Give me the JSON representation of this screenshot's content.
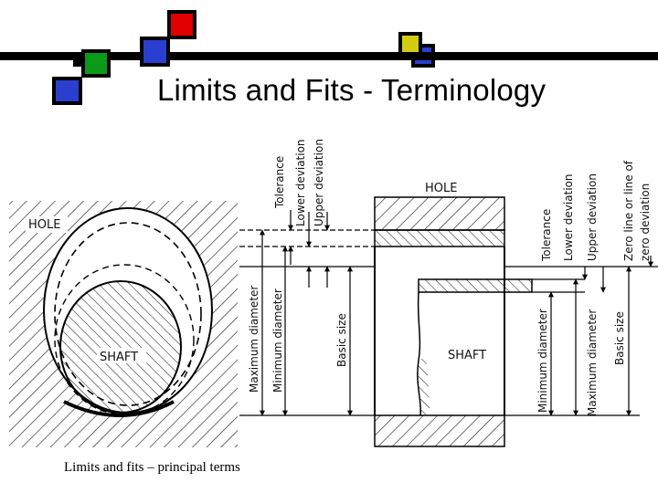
{
  "slide": {
    "title": "Limits and Fits - Terminology",
    "colors": {
      "red": "#e00000",
      "blue": "#2a3fd0",
      "green": "#0a9a1a",
      "yellow": "#d4cc10"
    }
  },
  "figure": {
    "caption": "Limits and fits – principal terms",
    "left": {
      "hole_label": "HOLE",
      "shaft_label": "SHAFT",
      "dims": {
        "tolerance": "Tolerance",
        "lower_deviation": "Lower deviation",
        "upper_deviation": "Upper deviation",
        "maximum_diameter": "Maximum diameter",
        "minimum_diameter": "Minimum diameter",
        "basic_size": "Basic size"
      }
    },
    "right": {
      "hole_label": "HOLE",
      "shaft_label": "SHAFT",
      "dims": {
        "tolerance": "Tolerance",
        "lower_deviation": "Lower deviation",
        "upper_deviation": "Upper deviation",
        "zero_line_1": "Zero line or line of",
        "zero_line_2": "zero deviation",
        "minimum_diameter": "Minimum diameter",
        "maximum_diameter": "Maximum diameter",
        "basic_size": "Basic size"
      }
    }
  }
}
